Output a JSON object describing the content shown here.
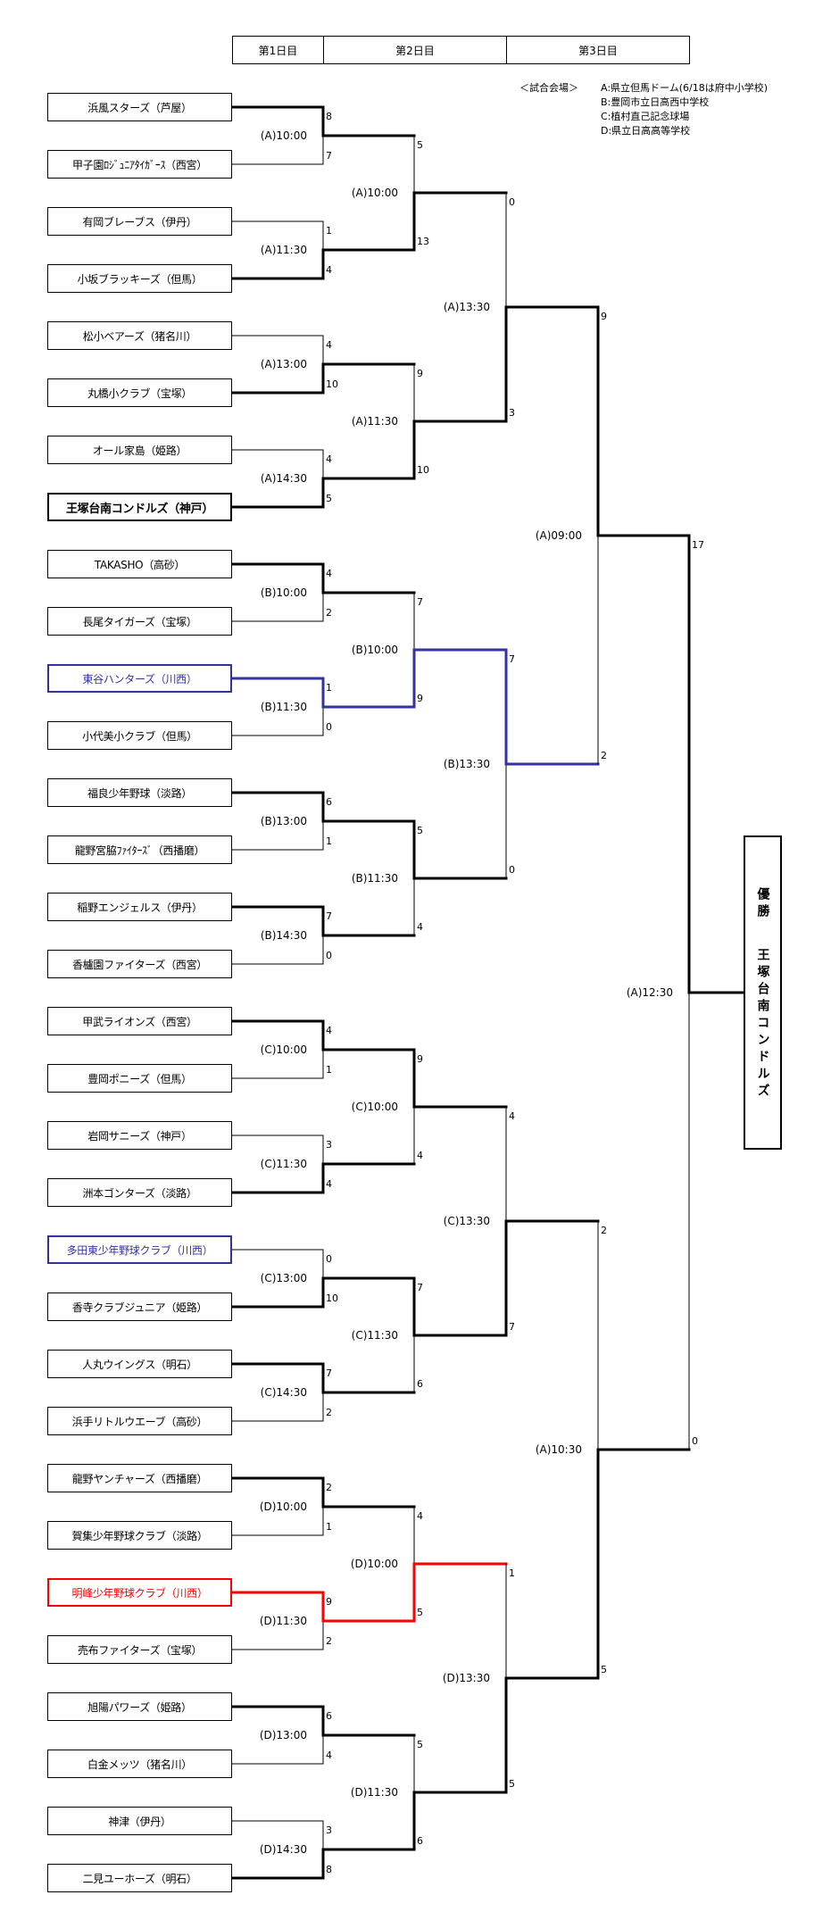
{
  "header": {
    "days": [
      "第1日目",
      "第2日目",
      "第3日目"
    ]
  },
  "venues": {
    "title": "＜試合会場＞",
    "items": [
      "A:県立但馬ドーム(6/18は府中小学校)",
      "B:豊岡市立日高西中学校",
      "C:植村直己記念球場",
      "D:県立日高高等学校"
    ]
  },
  "colors": {
    "line": "#000000",
    "blue": "#33339e",
    "red": "#ff0000"
  },
  "teams": [
    {
      "name": "浜風スターズ（芦屋）"
    },
    {
      "name": "甲子園ﾛｼﾞｭﾆｱﾀｲｶﾞｰｽ（西宮）"
    },
    {
      "name": "有岡ブレーブス（伊丹）"
    },
    {
      "name": "小坂ブラッキーズ（但馬）"
    },
    {
      "name": "松小ベアーズ（猪名川）"
    },
    {
      "name": "丸橋小クラブ（宝塚）"
    },
    {
      "name": "オール家島（姫路）"
    },
    {
      "name": "王塚台南コンドルズ（神戸）",
      "style": "bold"
    },
    {
      "name": "TAKASHO（高砂）"
    },
    {
      "name": "長尾タイガーズ（宝塚）"
    },
    {
      "name": "東谷ハンターズ（川西）",
      "style": "blue",
      "path_color": "blue"
    },
    {
      "name": "小代美小クラブ（但馬）"
    },
    {
      "name": "福良少年野球（淡路）"
    },
    {
      "name": "龍野宮脇ﾌｧｲﾀｰｽﾞ（西播磨）"
    },
    {
      "name": "稲野エンジェルス（伊丹）"
    },
    {
      "name": "香櫨園ファイターズ（西宮）"
    },
    {
      "name": "甲武ライオンズ（西宮）"
    },
    {
      "name": "豊岡ポニーズ（但馬）"
    },
    {
      "name": "岩岡サニーズ（神戸）"
    },
    {
      "name": "洲本ゴンターズ（淡路）"
    },
    {
      "name": "多田東少年野球クラブ（川西）",
      "style": "blue"
    },
    {
      "name": "香寺クラブジュニア（姫路）"
    },
    {
      "name": "人丸ウイングス（明石）"
    },
    {
      "name": "浜手リトルウエーブ（高砂）"
    },
    {
      "name": "龍野ヤンチャーズ（西播磨）"
    },
    {
      "name": "賀集少年野球クラブ（淡路）"
    },
    {
      "name": "明峰少年野球クラブ（川西）",
      "style": "red",
      "path_color": "red"
    },
    {
      "name": "売布ファイターズ（宝塚）"
    },
    {
      "name": "旭陽パワーズ（姫路）"
    },
    {
      "name": "白金メッツ（猪名川）"
    },
    {
      "name": "神津（伊丹）"
    },
    {
      "name": "二見ユーホーズ（明石）"
    }
  ],
  "rounds": [
    [
      {
        "time": "(A)10:00",
        "scores": [
          "8",
          "7"
        ]
      },
      {
        "time": "(A)11:30",
        "scores": [
          "1",
          "4"
        ]
      },
      {
        "time": "(A)13:00",
        "scores": [
          "4",
          "10"
        ]
      },
      {
        "time": "(A)14:30",
        "scores": [
          "4",
          "5"
        ]
      },
      {
        "time": "(B)10:00",
        "scores": [
          "4",
          "2"
        ]
      },
      {
        "time": "(B)11:30",
        "scores": [
          "1",
          "0"
        ]
      },
      {
        "time": "(B)13:00",
        "scores": [
          "6",
          "1"
        ]
      },
      {
        "time": "(B)14:30",
        "scores": [
          "7",
          "0"
        ]
      },
      {
        "time": "(C)10:00",
        "scores": [
          "4",
          "1"
        ]
      },
      {
        "time": "(C)11:30",
        "scores": [
          "3",
          "4"
        ]
      },
      {
        "time": "(C)13:00",
        "scores": [
          "0",
          "10"
        ]
      },
      {
        "time": "(C)14:30",
        "scores": [
          "7",
          "2"
        ]
      },
      {
        "time": "(D)10:00",
        "scores": [
          "2",
          "1"
        ]
      },
      {
        "time": "(D)11:30",
        "scores": [
          "9",
          "2"
        ]
      },
      {
        "time": "(D)13:00",
        "scores": [
          "6",
          "4"
        ]
      },
      {
        "time": "(D)14:30",
        "scores": [
          "3",
          "8"
        ]
      }
    ],
    [
      {
        "time": "(A)10:00",
        "scores": [
          "5",
          "13"
        ]
      },
      {
        "time": "(A)11:30",
        "scores": [
          "9",
          "10"
        ]
      },
      {
        "time": "(B)10:00",
        "scores": [
          "7",
          "9"
        ]
      },
      {
        "time": "(B)11:30",
        "scores": [
          "5",
          "4"
        ]
      },
      {
        "time": "(C)10:00",
        "scores": [
          "9",
          "4"
        ]
      },
      {
        "time": "(C)11:30",
        "scores": [
          "7",
          "6"
        ]
      },
      {
        "time": "(D)10:00",
        "scores": [
          "4",
          "5"
        ]
      },
      {
        "time": "(D)11:30",
        "scores": [
          "5",
          "6"
        ]
      }
    ],
    [
      {
        "time": "(A)13:30",
        "scores": [
          "0",
          "3"
        ]
      },
      {
        "time": "(B)13:30",
        "scores": [
          "7",
          "0"
        ]
      },
      {
        "time": "(C)13:30",
        "scores": [
          "4",
          "7"
        ]
      },
      {
        "time": "(D)13:30",
        "scores": [
          "1",
          "5"
        ]
      }
    ],
    [
      {
        "time": "(A)09:00",
        "scores": [
          "9",
          "2"
        ]
      },
      {
        "time": "(A)10:30",
        "scores": [
          "2",
          "5"
        ]
      }
    ],
    [
      {
        "time": "(A)12:30",
        "scores": [
          "17",
          "0"
        ]
      }
    ]
  ],
  "champion": {
    "label": "優勝",
    "name": "王塚台南コンドルズ"
  }
}
